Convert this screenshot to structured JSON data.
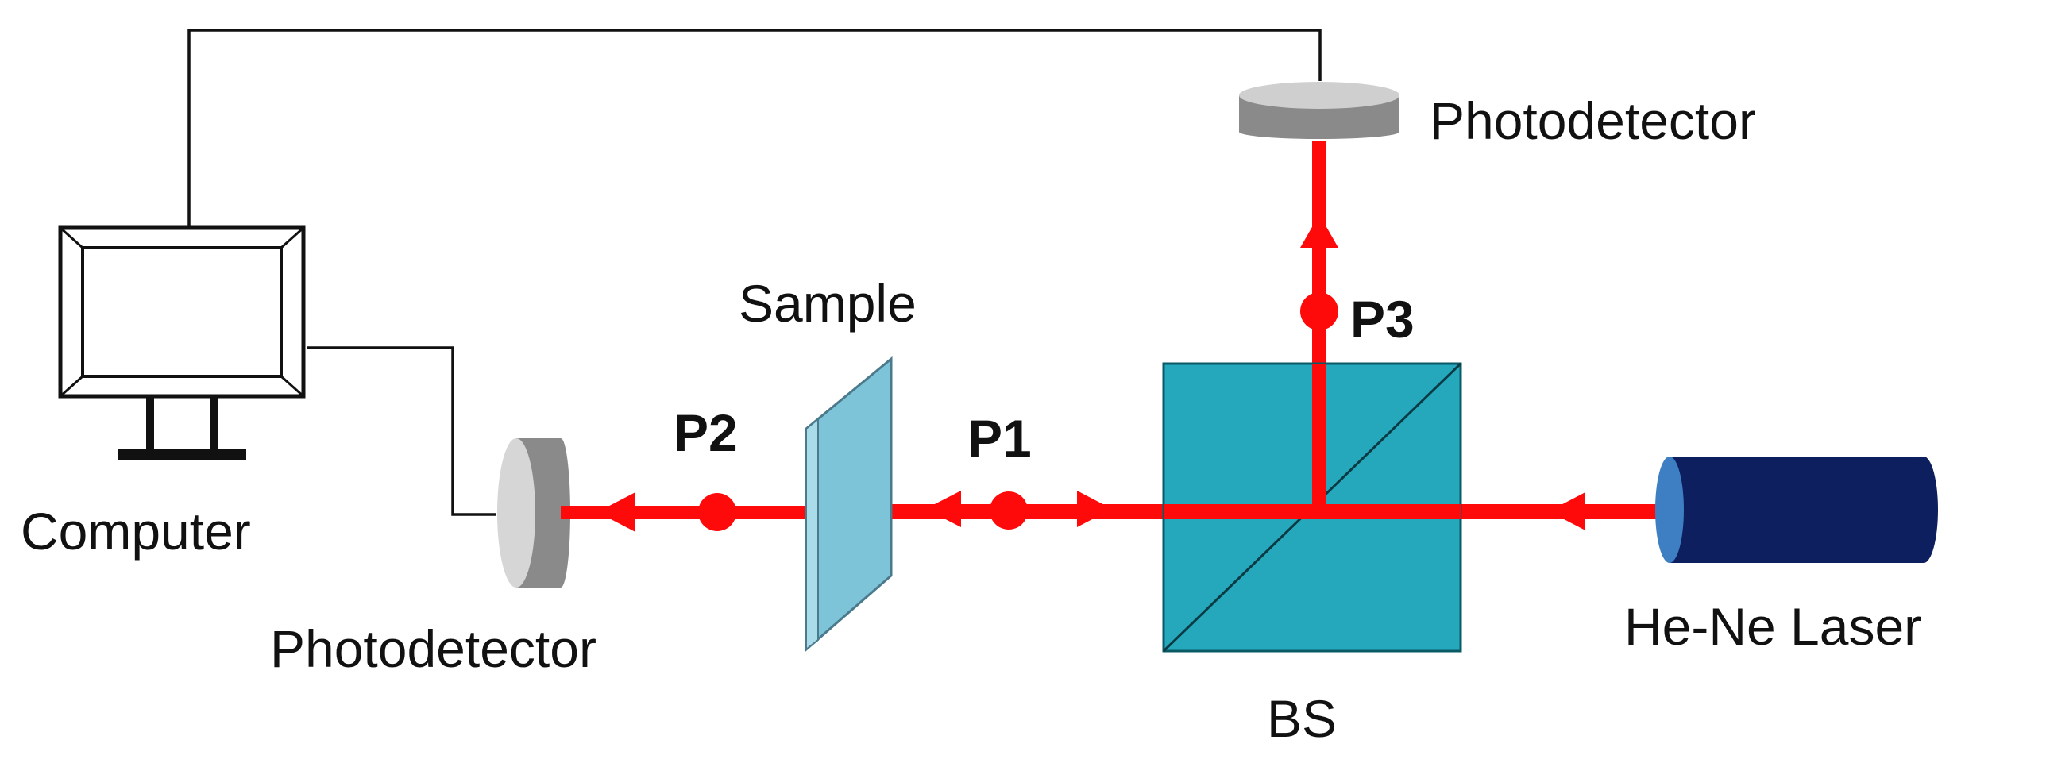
{
  "labels": {
    "photodetector_top": "Photodetector",
    "photodetector_left": "Photodetector",
    "computer": "Computer",
    "sample": "Sample",
    "beam_splitter": "BS",
    "laser": "He-Ne Laser",
    "p1": "P1",
    "p2": "P2",
    "p3": "P3"
  },
  "colors": {
    "beam": "#ff0a0a",
    "beam_splitter": "#1aa3b8",
    "laser_body": "#0d1f5e",
    "laser_aperture": "#3e7fc4",
    "photodetector": "#8a8a8a",
    "sample": "#7ec4d8",
    "wire": "#111111"
  }
}
